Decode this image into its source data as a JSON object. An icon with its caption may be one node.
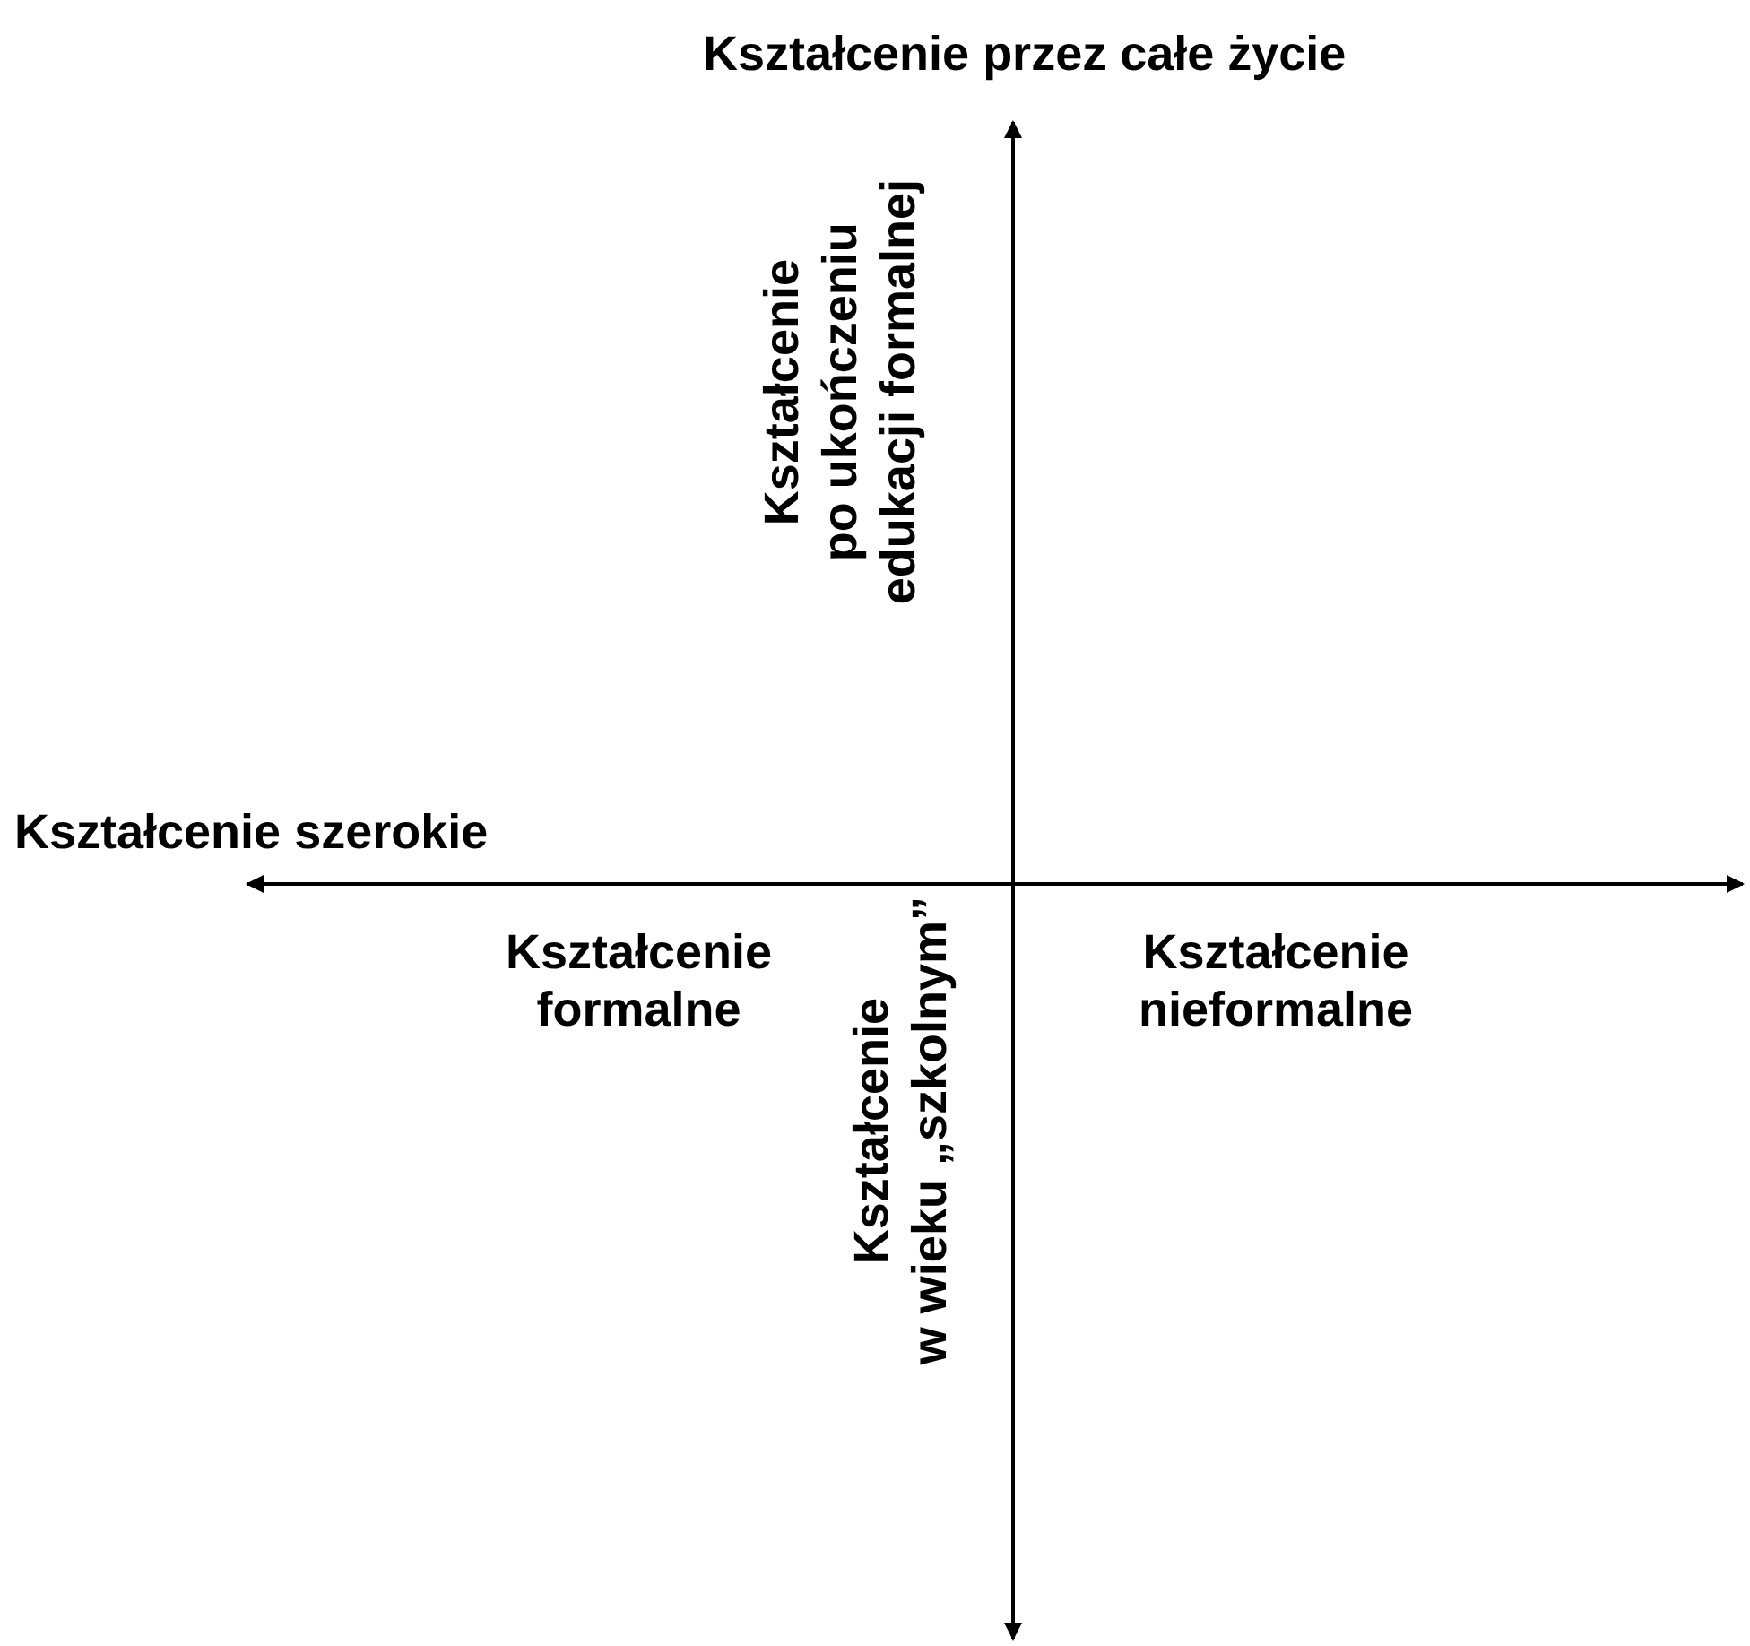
{
  "diagram": {
    "labels": [
      "Kształcenie przez całe życie",
      "Kształcenie po ukończeniu edukacji formalnej",
      "Kształcenie szerokie",
      "Kształcenie formalne",
      "Kształcenie nieformalne",
      "Kształcenie w wieku „szkolnym”"
    ]
  }
}
